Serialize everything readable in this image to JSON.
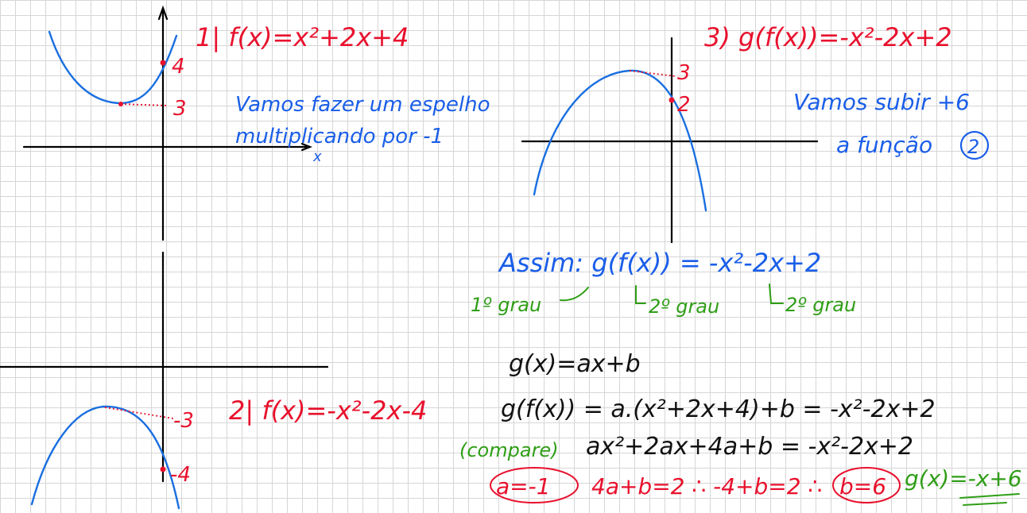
{
  "graph1": {
    "label": "1| f(x)=x²+2x+4",
    "mark_y_intercept": "4",
    "mark_vertex": "3",
    "axis_label": "x"
  },
  "note1": {
    "line1": "Vamos fazer um espelho",
    "line2": "multiplicando por -1"
  },
  "graph2": {
    "label": "2| f(x)=-x²-2x-4",
    "mark_vertex": "-3",
    "mark_y_intercept": "-4"
  },
  "graph3": {
    "label": "3) g(f(x))=-x²-2x+2",
    "mark_vertex": "3",
    "mark_y_intercept": "2"
  },
  "note3": {
    "line1": "Vamos subir +6",
    "line2": "a função",
    "circled": "2"
  },
  "summary": {
    "line": "Assim: g(f(x)) = -x²-2x+2",
    "deg1": "1º grau",
    "deg2a": "2º grau",
    "deg2b": "2º grau"
  },
  "work": {
    "line1": "g(x)=ax+b",
    "line2": "g(f(x)) = a.(x²+2x+4)+b = -x²-2x+2",
    "compare": "(compare)",
    "line3": "ax²+2ax+4a+b = -x²-2x+2",
    "a_value": "a=-1",
    "line4_mid": "4a+b=2 ∴ -4+b=2 ∴",
    "b_value": "b=6",
    "answer": "g(x)=-x+6"
  },
  "colors": {
    "red": "#e8112d",
    "blue": "#1a5ee8",
    "green": "#2f9e17",
    "black": "#111111"
  }
}
